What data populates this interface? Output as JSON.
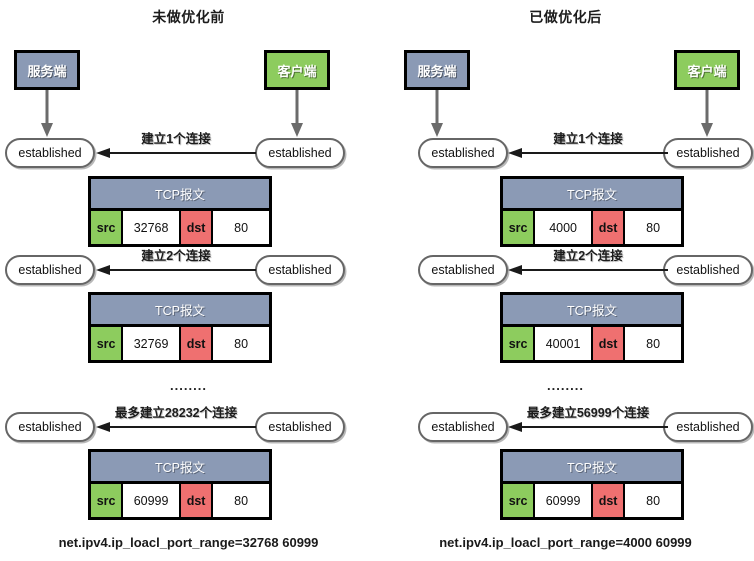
{
  "panels": [
    {
      "title": "未做优化前",
      "server_label": "服务端",
      "client_label": "客户端",
      "state_label": "established",
      "tcp_header": "TCP报文",
      "src_key": "src",
      "dst_key": "dst",
      "ellipsis": "........",
      "footer": "net.ipv4.ip_loacl_port_range=32768  60999",
      "rows": [
        {
          "conn_label": "建立1个连接",
          "src_port": "32768",
          "dst_port": "80"
        },
        {
          "conn_label": "建立2个连接",
          "src_port": "32769",
          "dst_port": "80"
        },
        {
          "conn_label": "最多建立28232个连接",
          "src_port": "60999",
          "dst_port": "80"
        }
      ]
    },
    {
      "title": "已做优化后",
      "server_label": "服务端",
      "client_label": "客户端",
      "state_label": "established",
      "tcp_header": "TCP报文",
      "src_key": "src",
      "dst_key": "dst",
      "ellipsis": "........",
      "footer": "net.ipv4.ip_loacl_port_range=4000  60999",
      "rows": [
        {
          "conn_label": "建立1个连接",
          "src_port": "4000",
          "dst_port": "80"
        },
        {
          "conn_label": "建立2个连接",
          "src_port": "40001",
          "dst_port": "80"
        },
        {
          "conn_label": "最多建立56999个连接",
          "src_port": "60999",
          "dst_port": "80"
        }
      ]
    }
  ],
  "colors": {
    "server_box": "#8b9ab5",
    "client_box": "#8dcc5e",
    "src_key": "#8dcc5e",
    "dst_key": "#ef7070",
    "tcp_header": "#8b9ab5",
    "arrow": "#6b6b6b",
    "outline": "#000000"
  }
}
